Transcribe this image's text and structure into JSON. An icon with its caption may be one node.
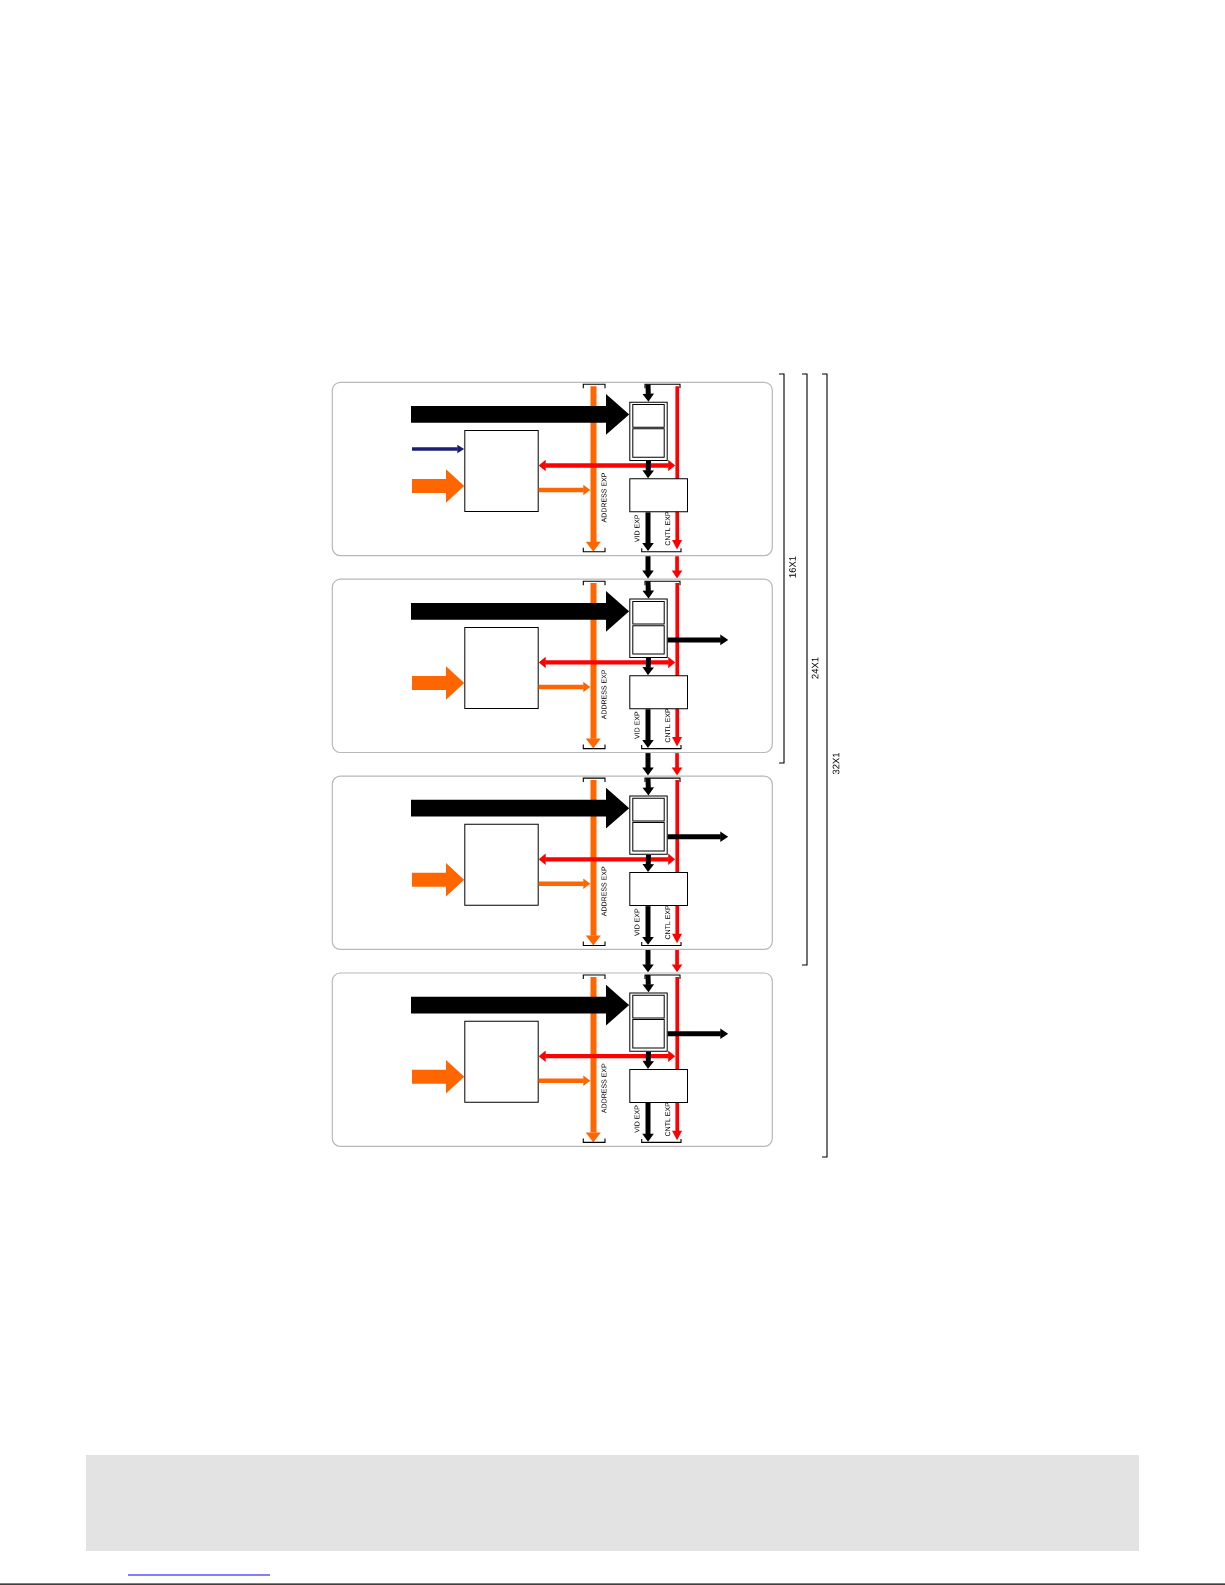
{
  "diagram": {
    "nodes": [
      {
        "text": [],
        "shape": "box"
      },
      {
        "text": [],
        "shape": "box",
        "in": 0
      },
      {
        "text": [],
        "shape": "bar",
        "in": 0,
        "beside": [
          "ADDRESS EXP"
        ]
      },
      {
        "text": [],
        "shape": "box",
        "in": 0
      },
      {
        "text": [],
        "shape": "box",
        "in": 3
      },
      {
        "text": [],
        "shape": "box",
        "in": 3
      },
      {
        "text": [],
        "shape": "box",
        "in": 0
      },
      {
        "text": [],
        "shape": "bar",
        "in": 0,
        "beside": [
          "CNTL EXP"
        ]
      },
      {
        "text": [],
        "shape": "box"
      },
      {
        "text": [],
        "shape": "box",
        "in": 8
      },
      {
        "text": [],
        "shape": "bar",
        "in": 8,
        "beside": [
          "ADDRESS EXP"
        ]
      },
      {
        "text": [],
        "shape": "box",
        "in": 8
      },
      {
        "text": [],
        "shape": "box",
        "in": 11
      },
      {
        "text": [],
        "shape": "box",
        "in": 11
      },
      {
        "text": [],
        "shape": "box",
        "in": 8
      },
      {
        "text": [],
        "shape": "bar",
        "in": 8,
        "beside": [
          "CNTL EXP"
        ]
      },
      {
        "text": [],
        "shape": "box"
      },
      {
        "text": [],
        "shape": "box",
        "in": 16
      },
      {
        "text": [],
        "shape": "bar",
        "in": 16,
        "beside": [
          "ADDRESS EXP"
        ]
      },
      {
        "text": [],
        "shape": "box",
        "in": 16
      },
      {
        "text": [],
        "shape": "box",
        "in": 19
      },
      {
        "text": [],
        "shape": "box",
        "in": 19
      },
      {
        "text": [],
        "shape": "box",
        "in": 16
      },
      {
        "text": [],
        "shape": "bar",
        "in": 16,
        "beside": [
          "CNTL EXP"
        ]
      },
      {
        "text": [],
        "shape": "box"
      },
      {
        "text": [],
        "shape": "box",
        "in": 24
      },
      {
        "text": [],
        "shape": "bar",
        "in": 24,
        "beside": [
          "ADDRESS EXP"
        ]
      },
      {
        "text": [],
        "shape": "box",
        "in": 24
      },
      {
        "text": [],
        "shape": "box",
        "in": 27
      },
      {
        "text": [],
        "shape": "box",
        "in": 27
      },
      {
        "text": [],
        "shape": "box",
        "in": 24
      },
      {
        "text": [],
        "shape": "bar",
        "in": 24,
        "beside": [
          "CNTL EXP"
        ]
      }
    ],
    "edges": [
      {
        "from": null,
        "to": 3,
        "arrow": "to",
        "style": "thick"
      },
      {
        "from": null,
        "to": 1,
        "arrow": "to",
        "color": "#1b1f73"
      },
      {
        "from": null,
        "to": 1,
        "arrow": "to",
        "style": "thick",
        "color": "#ff6600"
      },
      {
        "from": null,
        "to": 3,
        "arrow": "to"
      },
      {
        "from": 1,
        "to": 7,
        "arrow": "both",
        "color": "#ff0000"
      },
      {
        "from": 1,
        "to": 2,
        "arrow": "to",
        "color": "#ff6600"
      },
      {
        "from": 3,
        "to": 6,
        "arrow": "to"
      },
      {
        "from": 6,
        "to": null,
        "arrow": "to",
        "label": "VID EXP"
      },
      {
        "from": null,
        "to": 11,
        "arrow": "to",
        "style": "thick"
      },
      {
        "from": null,
        "to": 9,
        "arrow": "to",
        "style": "thick",
        "color": "#ff6600"
      },
      {
        "from": null,
        "to": 11,
        "arrow": "to"
      },
      {
        "from": 9,
        "to": 15,
        "arrow": "both",
        "color": "#ff0000"
      },
      {
        "from": 9,
        "to": 10,
        "arrow": "to",
        "color": "#ff6600"
      },
      {
        "from": 11,
        "to": 14,
        "arrow": "to"
      },
      {
        "from": 11,
        "to": null,
        "arrow": "to"
      },
      {
        "from": 14,
        "to": null,
        "arrow": "to",
        "label": "VID EXP"
      },
      {
        "from": null,
        "to": 19,
        "arrow": "to",
        "style": "thick"
      },
      {
        "from": null,
        "to": 17,
        "arrow": "to",
        "style": "thick",
        "color": "#ff6600"
      },
      {
        "from": null,
        "to": 19,
        "arrow": "to"
      },
      {
        "from": 17,
        "to": 23,
        "arrow": "both",
        "color": "#ff0000"
      },
      {
        "from": 17,
        "to": 18,
        "arrow": "to",
        "color": "#ff6600"
      },
      {
        "from": 19,
        "to": 22,
        "arrow": "to"
      },
      {
        "from": 19,
        "to": null,
        "arrow": "to"
      },
      {
        "from": 22,
        "to": null,
        "arrow": "to",
        "label": "VID EXP"
      },
      {
        "from": null,
        "to": 27,
        "arrow": "to",
        "style": "thick"
      },
      {
        "from": null,
        "to": 25,
        "arrow": "to",
        "style": "thick",
        "color": "#ff6600"
      },
      {
        "from": null,
        "to": 27,
        "arrow": "to"
      },
      {
        "from": 25,
        "to": 31,
        "arrow": "both",
        "color": "#ff0000"
      },
      {
        "from": 25,
        "to": 26,
        "arrow": "to",
        "color": "#ff6600"
      },
      {
        "from": 27,
        "to": 30,
        "arrow": "to"
      },
      {
        "from": 27,
        "to": null,
        "arrow": "to"
      },
      {
        "from": 30,
        "to": null,
        "arrow": "to",
        "label": "VID EXP"
      },
      {
        "from": 0,
        "to": 8,
        "arrow": "to"
      },
      {
        "from": 0,
        "to": 8,
        "arrow": "to",
        "color": "#ff0000"
      },
      {
        "from": 8,
        "to": 16,
        "arrow": "to"
      },
      {
        "from": 8,
        "to": 16,
        "arrow": "to",
        "color": "#ff0000"
      },
      {
        "from": 16,
        "to": 24,
        "arrow": "to"
      },
      {
        "from": 16,
        "to": 24,
        "arrow": "to",
        "color": "#ff0000"
      }
    ],
    "labels": [
      "16X1",
      "24X1",
      "32X1"
    ]
  }
}
